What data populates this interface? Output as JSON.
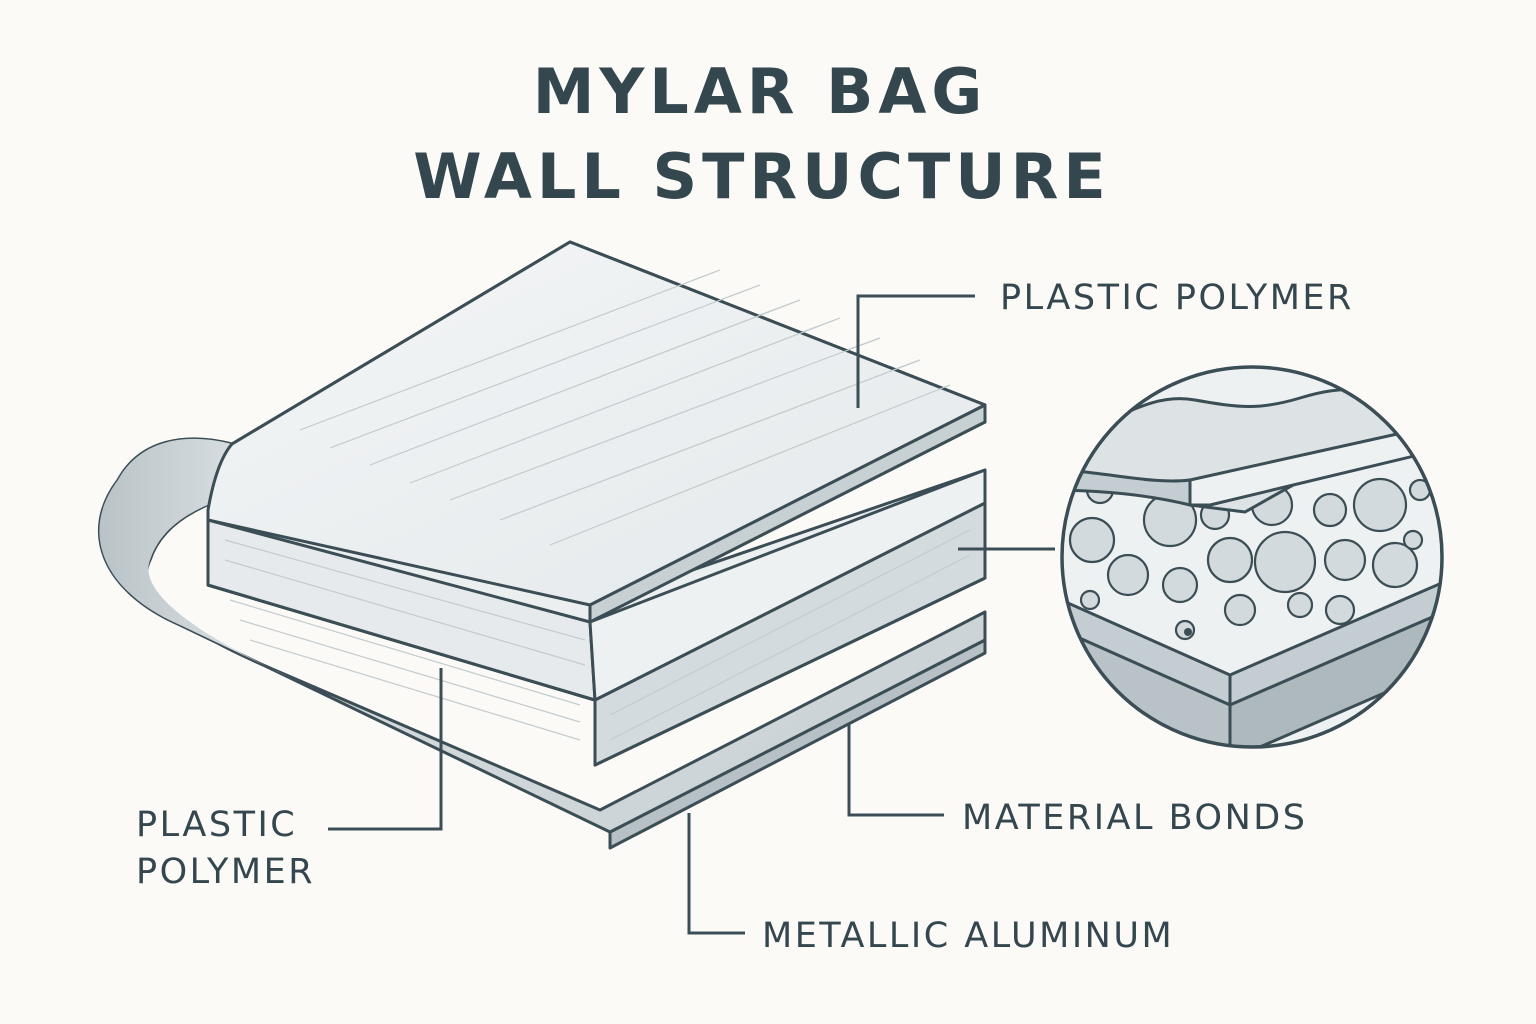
{
  "title": {
    "line1": "MYLAR BAG",
    "line2": "WALL STRUCTURE"
  },
  "labels": {
    "top_right": "PLASTIC POLYMER",
    "bottom_left_line1": "PLASTIC",
    "bottom_left_line2": "POLYMER",
    "material_bonds": "MATERIAL BONDS",
    "metallic_aluminum": "METALLIC ALUMINUM"
  },
  "colors": {
    "ink": "#34474f",
    "background": "#fbfaf7",
    "layer_light": "#eef1f2",
    "layer_mid": "#d6dde0",
    "layer_dark": "#b9c3c7"
  }
}
